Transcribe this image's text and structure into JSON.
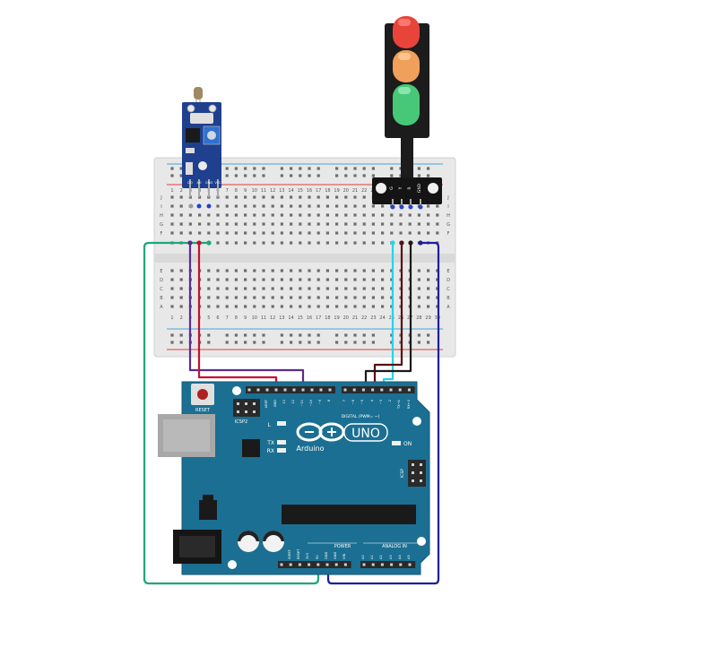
{
  "arduino": {
    "brand": "Arduino",
    "model": "UNO",
    "reset_label": "RESET",
    "icsp2_label": "ICSP2",
    "icsp_label": "ICSP",
    "led_l": "L",
    "led_tx": "TX",
    "led_rx": "RX",
    "led_on": "ON",
    "digital_label": "DIGITAL (PWM= ~)",
    "power_label": "POWER",
    "analog_label": "ANALOG IN",
    "header_top_labels": [
      "AREF",
      "GND",
      "13",
      "12",
      "~11",
      "~10",
      "~9",
      "8",
      "7",
      "~6",
      "~5",
      "4",
      "~3",
      "2",
      "TX→1",
      "RX←0"
    ],
    "header_power_labels": [
      "IOREF",
      "RESET",
      "3V3",
      "5V",
      "GND",
      "GND",
      "VIN"
    ],
    "header_analog_labels": [
      "A0",
      "A1",
      "A2",
      "A3",
      "A4",
      "A5"
    ]
  },
  "traffic_light": {
    "pin_labels": [
      "G",
      "Y",
      "R",
      "GND"
    ],
    "colors": {
      "red": "#e8443a",
      "yellow": "#f0a05a",
      "green": "#46c878",
      "body": "#1c1c1c"
    }
  },
  "sensor": {
    "pin_labels": [
      "DO",
      "AO",
      "GND",
      "VCC"
    ]
  },
  "breadboard": {
    "row_letters_top": [
      "J",
      "I",
      "H",
      "G",
      "F"
    ],
    "row_letters_bottom": [
      "E",
      "D",
      "C",
      "B",
      "A"
    ],
    "column_numbers": [
      "1",
      "2",
      "3",
      "4",
      "5",
      "6",
      "7",
      "8",
      "9",
      "10",
      "11",
      "12",
      "13",
      "14",
      "15",
      "16",
      "17",
      "18",
      "19",
      "20",
      "21",
      "22",
      "23",
      "24",
      "25",
      "26",
      "27",
      "28",
      "29",
      "30"
    ]
  },
  "wire_colors": {
    "teal": "#1fa67a",
    "purple": "#5a2d8c",
    "crimson": "#c8102e",
    "cyan": "#27d3e6",
    "black": "#1a1a1a",
    "darkred": "#5a0f10",
    "navy": "#1e1e9a"
  }
}
